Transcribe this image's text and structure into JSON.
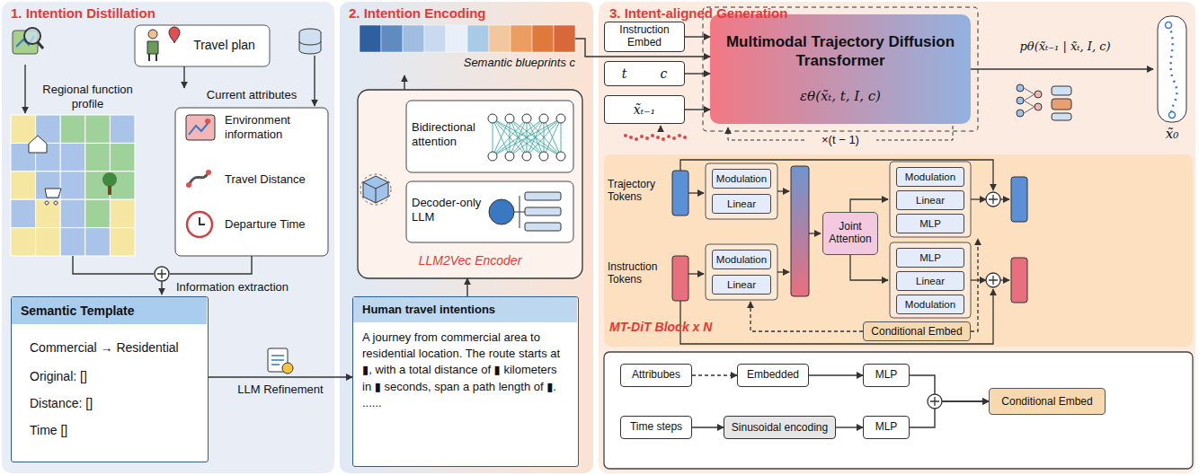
{
  "diagram": {
    "nodes": [
      {
        "text": [
          "1. Intention Distillation"
        ]
      },
      {
        "text": [
          "Travel plan"
        ],
        "in": 0
      },
      {
        "text": [
          "Current attributes",
          "Environment information",
          "Travel Distance",
          "Departure Time"
        ],
        "in": 0
      },
      {
        "text": [
          "Semantic Template",
          "Commercial → Residential",
          "Original: []",
          "Distance: []",
          "Time []"
        ],
        "in": 0
      },
      {
        "text": [
          "2. Intention Encoding"
        ]
      },
      {
        "text": [
          "Semantic blueprints c"
        ],
        "in": 4
      },
      {
        "text": [
          "LLM2Vec Encoder"
        ],
        "in": 4
      },
      {
        "text": [
          "Bidirectional attention"
        ],
        "in": 6
      },
      {
        "text": [
          "Decoder-only LLM"
        ],
        "in": 6
      },
      {
        "text": [
          "Human travel intentions",
          "A journey from commercial area to residential location. The route starts at ▮, with a total distance of ▮ kilometers in ▮ seconds, span a path length of ▮. ......"
        ],
        "in": 4
      },
      {
        "text": [
          "3. Intent-aligned Generation"
        ]
      },
      {
        "text": [
          "Instruction Embed"
        ],
        "in": 10
      },
      {
        "text": [
          "t",
          "c"
        ],
        "in": 10
      },
      {
        "text": [
          "x̃ₜ₋₁"
        ],
        "in": 10
      },
      {
        "text": [
          "Multimodal Trajectory Diffusion Transformer",
          "εθ(x̃ₜ, t, I, c)"
        ],
        "in": 10
      },
      {
        "text": [
          "MT-DiT Block x N"
        ],
        "in": 10
      },
      {
        "text": [
          "Modulation"
        ],
        "in": 15
      },
      {
        "text": [
          "Linear"
        ],
        "in": 15
      },
      {
        "text": [
          "Modulation"
        ],
        "in": 15
      },
      {
        "text": [
          "Linear"
        ],
        "in": 15
      },
      {
        "text": [
          "Joint Attention"
        ],
        "in": 15
      },
      {
        "text": [
          "Modulation"
        ],
        "in": 15
      },
      {
        "text": [
          "Linear"
        ],
        "in": 15
      },
      {
        "text": [
          "MLP"
        ],
        "in": 15
      },
      {
        "text": [
          "MLP"
        ],
        "in": 15
      },
      {
        "text": [
          "Linear"
        ],
        "in": 15
      },
      {
        "text": [
          "Modulation"
        ],
        "in": 15
      },
      {
        "text": [
          "Conditional Embed"
        ],
        "in": 15
      },
      {
        "text": [
          "Attribubes"
        ],
        "in": 10
      },
      {
        "text": [
          "Embedded"
        ],
        "in": 10
      },
      {
        "text": [
          "MLP"
        ],
        "in": 10
      },
      {
        "text": [
          "Time steps"
        ],
        "in": 10
      },
      {
        "text": [
          "Sinusoidal encoding"
        ],
        "in": 10
      },
      {
        "text": [
          "MLP"
        ],
        "in": 10
      },
      {
        "text": [
          "Conditional Embed"
        ],
        "in": 10
      }
    ],
    "edges": [
      {
        "from": 1,
        "to": 2,
        "arrow": "to"
      },
      {
        "from": 3,
        "to": 9,
        "label": "LLM Refinement",
        "arrow": "to"
      },
      {
        "from": 9,
        "to": 6,
        "arrow": "to"
      },
      {
        "from": 6,
        "to": 5,
        "arrow": "to"
      },
      {
        "from": 5,
        "to": 14,
        "arrow": "to"
      },
      {
        "from": 11,
        "to": 14,
        "arrow": "to"
      },
      {
        "from": 12,
        "to": 14,
        "arrow": "to"
      },
      {
        "from": 13,
        "to": 14,
        "arrow": "to"
      },
      {
        "from": 28,
        "to": 29,
        "arrow": "to"
      },
      {
        "from": 29,
        "to": 30,
        "arrow": "to"
      },
      {
        "from": 30,
        "to": 34,
        "arrow": "to"
      },
      {
        "from": 31,
        "to": 32,
        "arrow": "to"
      },
      {
        "from": 32,
        "to": 33,
        "arrow": "to"
      },
      {
        "from": 33,
        "to": 34,
        "arrow": "to"
      }
    ],
    "labels": [
      "Regional function profile",
      "Information extraction",
      "×(t − 1)",
      "pθ(x̃ₜ₋₁ | x̃ₜ, I, c)",
      "x̃₀",
      "Trajectory Tokens",
      "Instruction Tokens"
    ]
  }
}
